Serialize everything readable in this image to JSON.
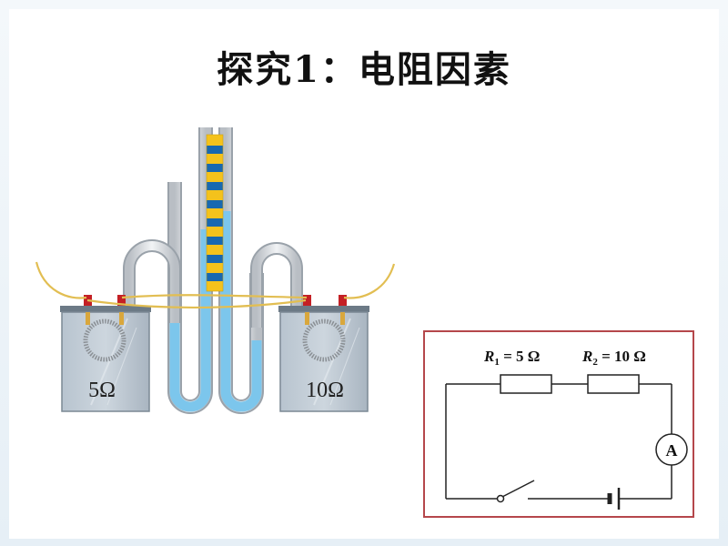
{
  "slide": {
    "title": "探究1：电阻因素"
  },
  "apparatus": {
    "left_container_label": "5Ω",
    "right_container_label": "10Ω"
  },
  "circuit": {
    "r1_symbol": "R",
    "r1_subscript": "1",
    "r1_value": " = 5 Ω",
    "r2_symbol": "R",
    "r2_subscript": "2",
    "r2_value": " = 10 Ω",
    "ammeter_label": "A",
    "border_color": "#b5474b"
  }
}
